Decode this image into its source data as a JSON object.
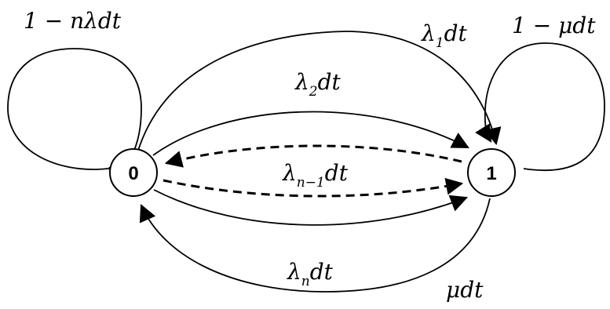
{
  "states": [
    {
      "id": "0",
      "label": "0"
    },
    {
      "id": "1",
      "label": "1"
    }
  ],
  "transitions": {
    "self_0": {
      "text": "1 − nλdt"
    },
    "lambda_1": {
      "main": "λ",
      "sub": "1",
      "rest": "dt"
    },
    "self_1": {
      "text": "1 − μdt"
    },
    "lambda_2": {
      "main": "λ",
      "sub": "2",
      "rest": "dt"
    },
    "lambda_n_minus_1": {
      "main": "λ",
      "sub": "n−1",
      "rest": "dt"
    },
    "lambda_n": {
      "main": "λ",
      "sub": "n",
      "rest": "dt"
    },
    "mu": {
      "text": "μdt"
    }
  },
  "colors": {
    "stroke": "#000000",
    "background": "#ffffff"
  }
}
